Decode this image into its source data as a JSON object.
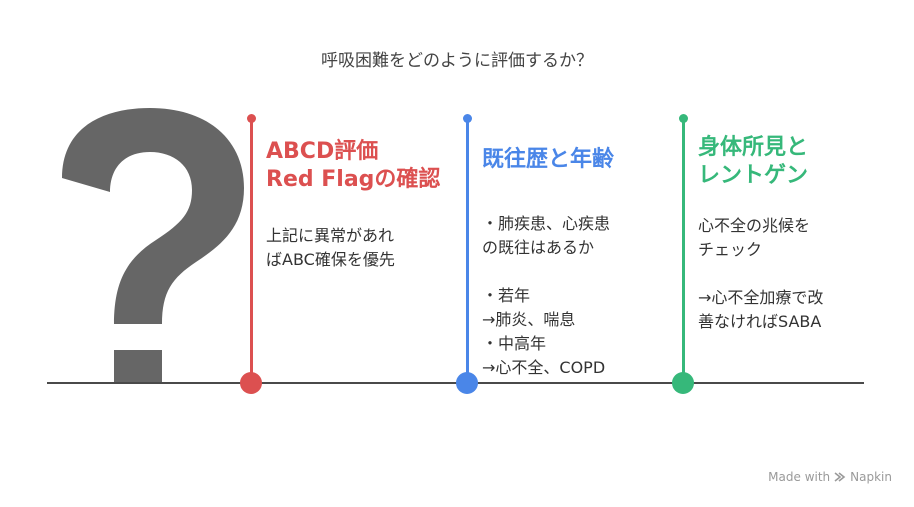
{
  "title": "呼吸困難をどのように評価するか？",
  "colors": {
    "red": "#dc5050",
    "blue": "#4a86e8",
    "green": "#36b87a",
    "qmark": "#666666"
  },
  "columns": [
    {
      "title": "ABCD評価\nRed Flagの確認",
      "body": "上記に異常があれ\nばABC確保を優先"
    },
    {
      "title": "既往歴と年齢",
      "body": "・肺疾患、心疾患\nの既往はあるか\n\n・若年\n→肺炎、喘息\n・中高年\n→心不全、COPD"
    },
    {
      "title": "身体所見と\nレントゲン",
      "body": "心不全の兆候を\nチェック\n\n→心不全加療で改\n善なければSABA"
    }
  ],
  "footer": {
    "made_with": "Made with",
    "brand": "Napkin"
  }
}
